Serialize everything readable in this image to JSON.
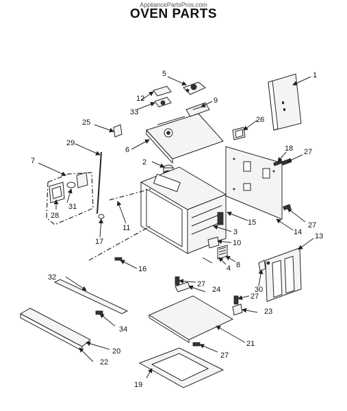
{
  "header": {
    "watermark": "AppliancePartsPros.com",
    "title": "OVEN PARTS"
  },
  "diagram": {
    "part_labels": [
      "1",
      "2",
      "3",
      "4",
      "5",
      "6",
      "7",
      "8",
      "9",
      "10",
      "11",
      "12",
      "13",
      "14",
      "15",
      "16",
      "17",
      "18",
      "19",
      "20",
      "21",
      "22",
      "23",
      "24",
      "25",
      "26",
      "27",
      "28",
      "29",
      "30",
      "31",
      "32",
      "33",
      "34"
    ]
  }
}
